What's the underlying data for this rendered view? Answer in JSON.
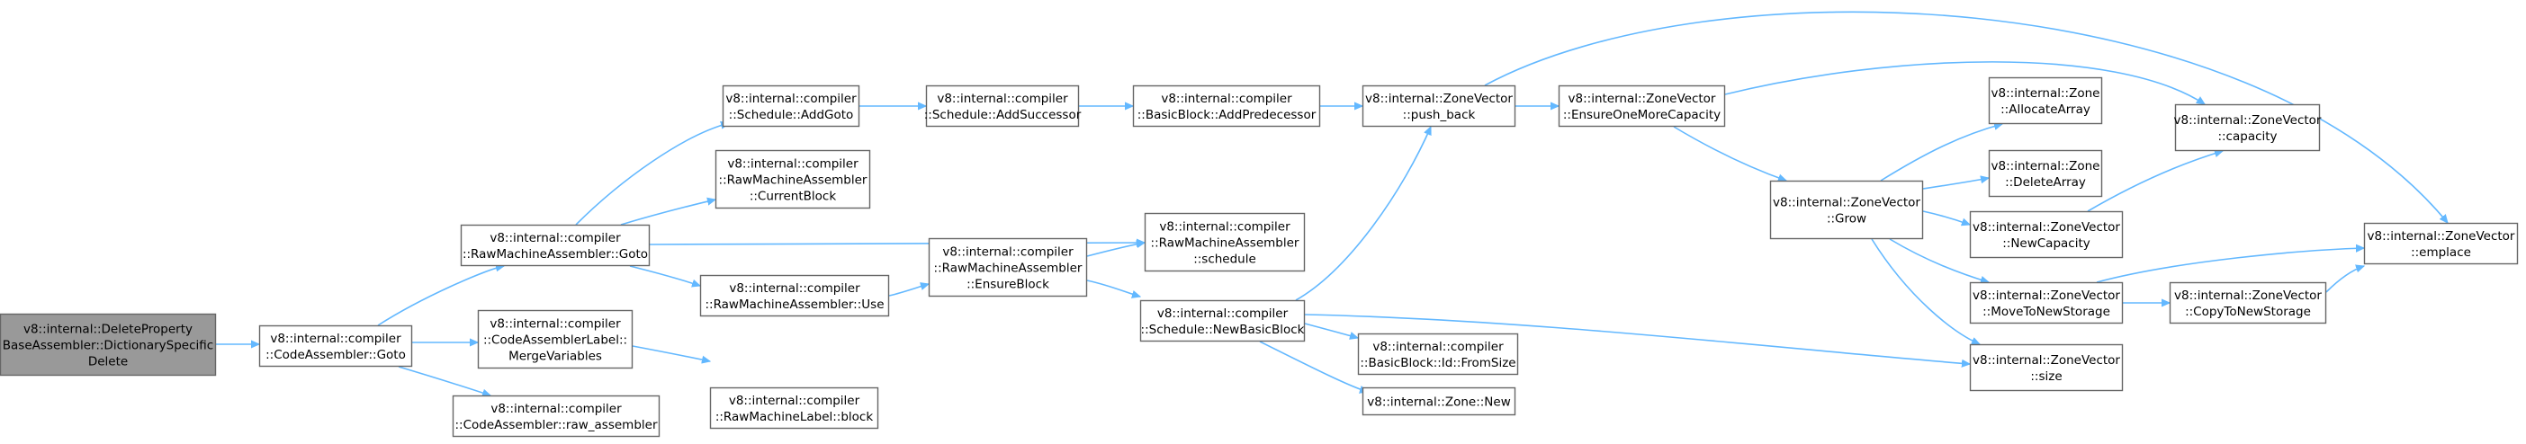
{
  "colors": {
    "edge": "#63b8ff",
    "node_border": "#666666",
    "root_fill": "#999999",
    "node_fill": "#ffffff"
  },
  "nodes": {
    "n0": {
      "lines": [
        "v8::internal::DeleteProperty",
        "BaseAssembler::DictionarySpecific",
        "Delete"
      ],
      "root": true
    },
    "n1": {
      "lines": [
        "v8::internal::compiler",
        "::CodeAssembler::Goto"
      ]
    },
    "n2": {
      "lines": [
        "v8::internal::compiler",
        "::RawMachineAssembler::Goto"
      ]
    },
    "n3": {
      "lines": [
        "v8::internal::compiler",
        "::CodeAssemblerLabel::",
        "MergeVariables"
      ]
    },
    "n4": {
      "lines": [
        "v8::internal::compiler",
        "::CodeAssembler::raw_assembler"
      ]
    },
    "n5": {
      "lines": [
        "v8::internal::compiler",
        "::Schedule::AddGoto"
      ]
    },
    "n6": {
      "lines": [
        "v8::internal::compiler",
        "::RawMachineAssembler",
        "::CurrentBlock"
      ]
    },
    "n7": {
      "lines": [
        "v8::internal::compiler",
        "::RawMachineAssembler::Use"
      ]
    },
    "n8": {
      "lines": [
        "v8::internal::compiler",
        "::RawMachineLabel::block"
      ]
    },
    "n9": {
      "lines": [
        "v8::internal::compiler",
        "::Schedule::AddSuccessor"
      ]
    },
    "n10": {
      "lines": [
        "v8::internal::compiler",
        "::RawMachineAssembler",
        "::EnsureBlock"
      ]
    },
    "n11": {
      "lines": [
        "v8::internal::compiler",
        "::BasicBlock::AddPredecessor"
      ]
    },
    "n12": {
      "lines": [
        "v8::internal::compiler",
        "::RawMachineAssembler",
        "::schedule"
      ]
    },
    "n13": {
      "lines": [
        "v8::internal::compiler",
        "::Schedule::NewBasicBlock"
      ]
    },
    "n14": {
      "lines": [
        "v8::internal::ZoneVector",
        "::push_back"
      ]
    },
    "n15": {
      "lines": [
        "v8::internal::compiler",
        "::BasicBlock::Id::FromSize"
      ]
    },
    "n16": {
      "lines": [
        "v8::internal::Zone::New"
      ]
    },
    "n17": {
      "lines": [
        "v8::internal::ZoneVector",
        "::EnsureOneMoreCapacity"
      ]
    },
    "n18": {
      "lines": [
        "v8::internal::ZoneVector",
        "::Grow"
      ]
    },
    "n19": {
      "lines": [
        "v8::internal::Zone",
        "::AllocateArray"
      ]
    },
    "n20": {
      "lines": [
        "v8::internal::Zone",
        "::DeleteArray"
      ]
    },
    "n21": {
      "lines": [
        "v8::internal::ZoneVector",
        "::NewCapacity"
      ]
    },
    "n22": {
      "lines": [
        "v8::internal::ZoneVector",
        "::MoveToNewStorage"
      ]
    },
    "n23": {
      "lines": [
        "v8::internal::ZoneVector",
        "::size"
      ]
    },
    "n24": {
      "lines": [
        "v8::internal::ZoneVector",
        "::capacity"
      ]
    },
    "n25": {
      "lines": [
        "v8::internal::ZoneVector",
        "::CopyToNewStorage"
      ]
    },
    "n26": {
      "lines": [
        "v8::internal::ZoneVector",
        "::emplace"
      ]
    }
  },
  "edges": [
    [
      "n0",
      "n1"
    ],
    [
      "n1",
      "n2"
    ],
    [
      "n1",
      "n3"
    ],
    [
      "n1",
      "n4"
    ],
    [
      "n2",
      "n5"
    ],
    [
      "n2",
      "n6"
    ],
    [
      "n2",
      "n7"
    ],
    [
      "n2",
      "n12"
    ],
    [
      "n3",
      "n8"
    ],
    [
      "n5",
      "n9"
    ],
    [
      "n9",
      "n11"
    ],
    [
      "n11",
      "n14"
    ],
    [
      "n7",
      "n10"
    ],
    [
      "n10",
      "n12"
    ],
    [
      "n10",
      "n13"
    ],
    [
      "n13",
      "n14"
    ],
    [
      "n13",
      "n15"
    ],
    [
      "n13",
      "n16"
    ],
    [
      "n13",
      "n23"
    ],
    [
      "n14",
      "n17"
    ],
    [
      "n14",
      "n26"
    ],
    [
      "n17",
      "n18"
    ],
    [
      "n17",
      "n24"
    ],
    [
      "n18",
      "n19"
    ],
    [
      "n18",
      "n20"
    ],
    [
      "n18",
      "n21"
    ],
    [
      "n18",
      "n22"
    ],
    [
      "n18",
      "n23"
    ],
    [
      "n21",
      "n24"
    ],
    [
      "n22",
      "n25"
    ],
    [
      "n22",
      "n26"
    ],
    [
      "n25",
      "n26"
    ]
  ]
}
